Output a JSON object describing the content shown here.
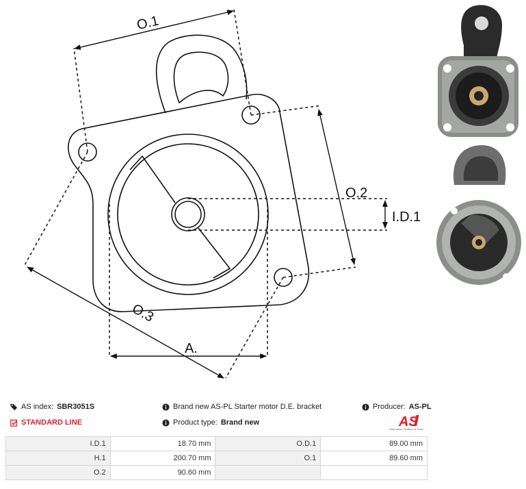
{
  "diagram": {
    "labels": {
      "o1": "O.1",
      "o2": "O.2",
      "o3": "O.3",
      "id1": "I.D.1",
      "a": "A."
    }
  },
  "product": {
    "as_index_label": "AS index:",
    "as_index_value": "SBR3051S",
    "line_label": "STANDARD LINE",
    "description": "Brand new AS-PL Starter motor D.E. bracket",
    "product_type_label": "Product type:",
    "product_type_value": "Brand new",
    "producer_label": "Producer:",
    "producer_value": "AS-PL",
    "logo_tagline": "Alternators, Starters & Parts",
    "logo_text": "AS"
  },
  "specs": {
    "rows": [
      {
        "l1": "I.D.1",
        "v1": "18.70 mm",
        "l2": "O.D.1",
        "v2": "89.00 mm"
      },
      {
        "l1": "H.1",
        "v1": "200.70 mm",
        "l2": "O.1",
        "v2": "89.60 mm"
      },
      {
        "l1": "O.2",
        "v1": "90.60 mm",
        "l2": "",
        "v2": ""
      }
    ]
  },
  "colors": {
    "accent_red": "#e0202c",
    "table_label_bg": "#f1f1f1"
  }
}
